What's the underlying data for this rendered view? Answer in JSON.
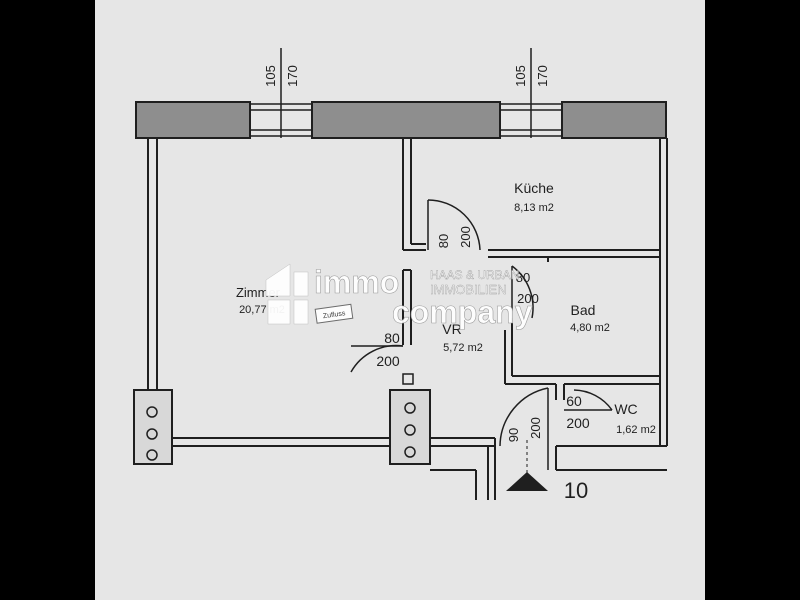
{
  "colors": {
    "paper": "#e6e6e6",
    "wall_fill": "#8e8e8e",
    "line": "#1f1f1f",
    "logo": "#ffffff"
  },
  "rooms": {
    "zimmer": {
      "name": "Zimmer",
      "area": "20,77 m2"
    },
    "kueche": {
      "name": "Küche",
      "area": "8,13 m2"
    },
    "bad": {
      "name": "Bad",
      "area": "4,80 m2"
    },
    "vr": {
      "name": "VR",
      "area": "5,72 m2"
    },
    "wc": {
      "name": "WC",
      "area": "1,62 m2"
    }
  },
  "windows": [
    {
      "width": "105",
      "height": "170"
    },
    {
      "width": "105",
      "height": "170"
    }
  ],
  "doors": {
    "kueche": {
      "width": "80",
      "height": "200"
    },
    "zimmer": {
      "width": "80",
      "height": "200"
    },
    "bad": {
      "width": "80",
      "height": "200"
    },
    "wc": {
      "width": "60",
      "height": "200"
    },
    "entrance": {
      "width": "90",
      "height": "200"
    }
  },
  "entrance_number": "10",
  "watermark": {
    "brand_line1": "immo",
    "brand_line2": "company",
    "tagline_line1": "HAAS & URBAN",
    "tagline_line2": "IMMOBILIEN",
    "stamp": "Zufluss"
  }
}
